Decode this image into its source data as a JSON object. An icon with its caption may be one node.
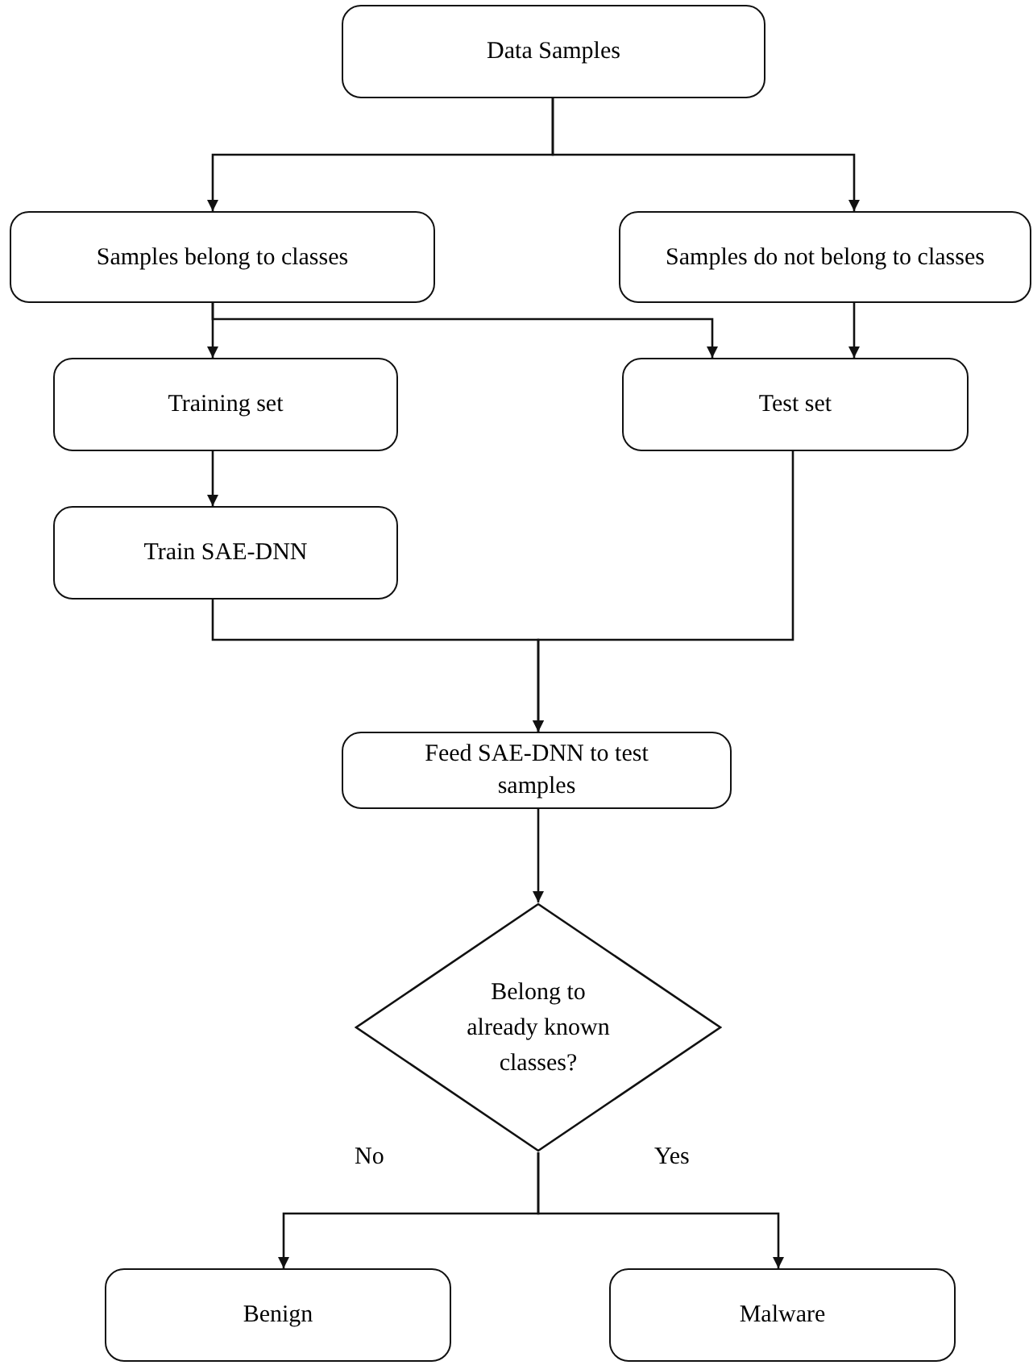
{
  "diagram": {
    "nodes": [
      {
        "text": [
          "Data Samples"
        ]
      },
      {
        "text": [
          "Samples belong to classes"
        ]
      },
      {
        "text": [
          "Samples do not belong to classes"
        ]
      },
      {
        "text": [
          "Training set"
        ]
      },
      {
        "text": [
          "Test set"
        ]
      },
      {
        "text": [
          "Train SAE-DNN"
        ]
      },
      {
        "text": [
          "Feed SAE-DNN to test samples"
        ]
      },
      {
        "text": [
          "Belong to already known classes?"
        ]
      },
      {
        "text": [
          "Benign"
        ]
      },
      {
        "text": [
          "Malware"
        ]
      }
    ],
    "edges": [
      {
        "from": 0,
        "to": 1,
        "arrow": "to"
      },
      {
        "from": 0,
        "to": 2,
        "arrow": "to"
      },
      {
        "from": 1,
        "to": 3,
        "arrow": "to"
      },
      {
        "from": 1,
        "to": 4,
        "arrow": "to"
      },
      {
        "from": 2,
        "to": 4,
        "arrow": "to"
      },
      {
        "from": 3,
        "to": 5,
        "arrow": "to"
      },
      {
        "from": 5,
        "to": 6,
        "arrow": "to"
      },
      {
        "from": 4,
        "to": 6,
        "arrow": "to"
      },
      {
        "from": 6,
        "to": 7,
        "arrow": "to"
      },
      {
        "from": 7,
        "to": 8,
        "arrow": "to",
        "label": "No"
      },
      {
        "from": 7,
        "to": 9,
        "arrow": "to",
        "label": "Yes"
      }
    ]
  }
}
